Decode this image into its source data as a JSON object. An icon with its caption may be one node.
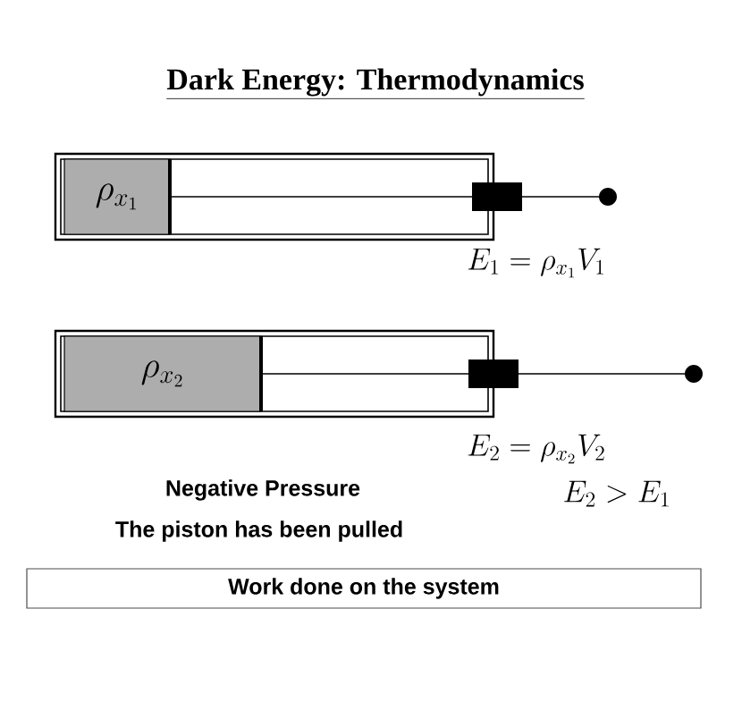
{
  "diagram": {
    "title": "Dark Energy: Thermodynamics",
    "nodes": [
      {
        "text": [
          "\\rho_{x_1}"
        ]
      },
      {
        "text": [
          "\\rho_{x_2}"
        ]
      },
      {
        "text": [
          "Work  done on the system"
        ]
      }
    ],
    "labels": [
      "E_1 = \\rho_{x_1} V_1",
      "E_2 = \\rho_{x_2} V_2",
      "Negative Pressure",
      "The piston has been pulled",
      "E_2 > E_1"
    ]
  }
}
